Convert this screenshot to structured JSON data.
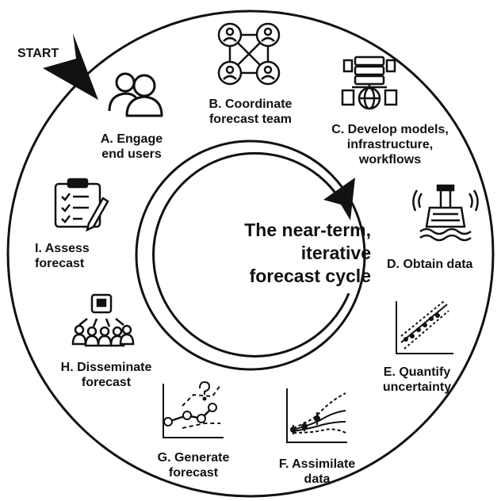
{
  "start_label": "START",
  "center_title": "The near-term,\niterative\nforecast cycle",
  "steps": [
    {
      "id": "A",
      "label": "A. Engage\nend users",
      "icon": "users-icon"
    },
    {
      "id": "B",
      "label": "B. Coordinate\nforecast team",
      "icon": "team-network-icon"
    },
    {
      "id": "C",
      "label": "C. Develop models,\ninfrastructure,\nworkflows",
      "icon": "database-globe-icon"
    },
    {
      "id": "D",
      "label": "D. Obtain data",
      "icon": "sensor-buoy-icon"
    },
    {
      "id": "E",
      "label": "E. Quantify\nuncertainty",
      "icon": "regression-plot-icon"
    },
    {
      "id": "F",
      "label": "F. Assimilate\ndata",
      "icon": "data-assimilation-plot-icon"
    },
    {
      "id": "G",
      "label": "G. Generate\nforecast",
      "icon": "forecast-plot-icon"
    },
    {
      "id": "H",
      "label": "H. Disseminate\nforecast",
      "icon": "audience-icon"
    },
    {
      "id": "I",
      "label": "I. Assess\nforecast",
      "icon": "clipboard-checklist-icon"
    }
  ],
  "colors": {
    "stroke": "#111111",
    "ring_fill": "#ffffff",
    "text": "#111111"
  }
}
